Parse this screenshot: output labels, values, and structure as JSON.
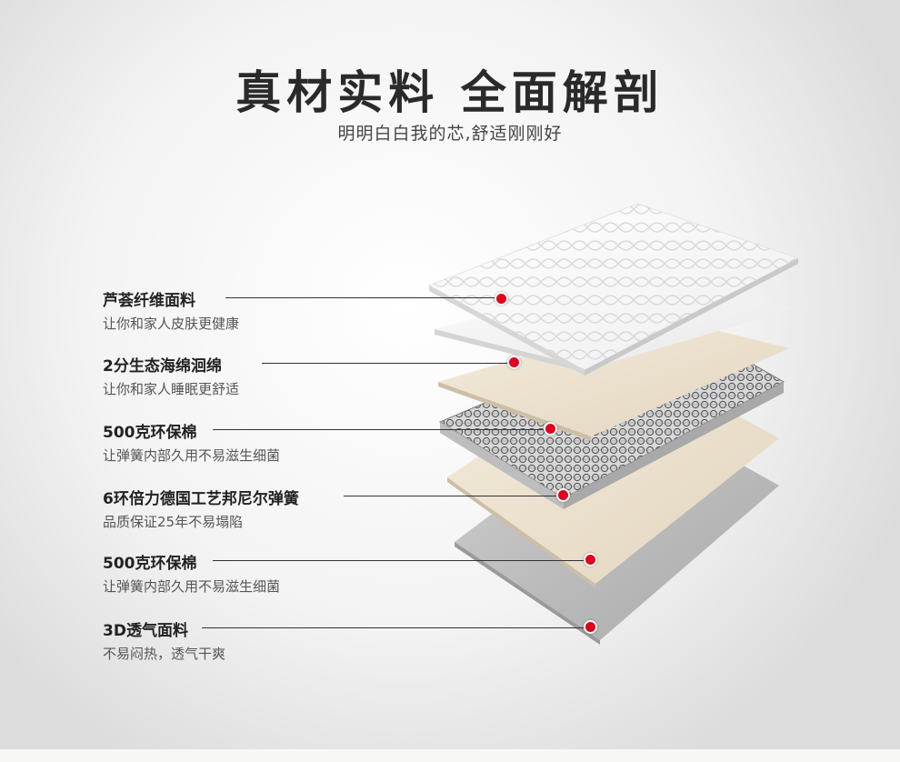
{
  "header": {
    "title": "真材实料 全面解剖",
    "subtitle": "明明白白我的芯,舒适刚刚好"
  },
  "layers": [
    {
      "title": "芦荟纤维面料",
      "desc": "让你和家人皮肤更健康"
    },
    {
      "title": "2分生态海绵洄绵",
      "desc": "让你和家人睡眠更舒适"
    },
    {
      "title": "500克环保棉",
      "desc": "让弹簧内部久用不易滋生细菌"
    },
    {
      "title": "6环倍力德国工艺邦尼尔弹簧",
      "desc": "品质保证25年不易塌陷"
    },
    {
      "title": "500克环保棉",
      "desc": "让弹簧内部久用不易滋生细菌"
    },
    {
      "title": "3D透气面料",
      "desc": "不易闷热，透气干爽"
    }
  ],
  "colors": {
    "accent_dot": "#e0001b",
    "title_text": "#2a2a2a"
  }
}
